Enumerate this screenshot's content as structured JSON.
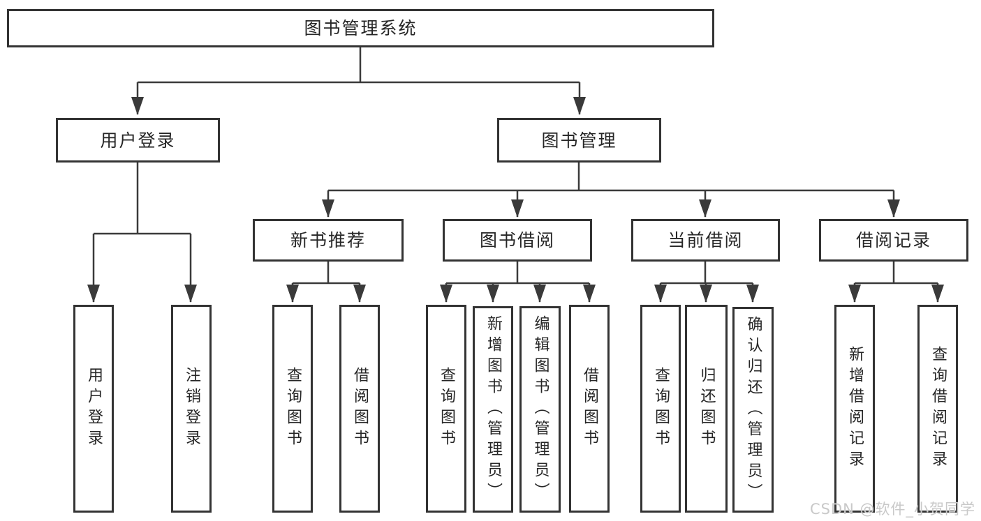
{
  "diagram": {
    "type": "hierarchy-flowchart",
    "root": {
      "label": "图书管理系统"
    },
    "level2": [
      {
        "label": "用户登录",
        "children": [
          "用户登录",
          "注销登录"
        ]
      },
      {
        "label": "图书管理",
        "children": [
          {
            "label": "新书推荐",
            "children": [
              "查询图书",
              "借阅图书"
            ]
          },
          {
            "label": "图书借阅",
            "children": [
              "查询图书",
              "新增图书（管理员）",
              "编辑图书（管理员）",
              "借阅图书"
            ]
          },
          {
            "label": "当前借阅",
            "children": [
              "查询图书",
              "归还图书",
              "确认归还（管理员）"
            ]
          },
          {
            "label": "借阅记录",
            "children": [
              "新增借阅记录",
              "查询借阅记录"
            ]
          }
        ]
      }
    ],
    "colors": {
      "line": "#3a3a3a",
      "box_border": "#333333",
      "box_fill": "#ffffff",
      "text": "#262626",
      "background": "#ffffff"
    }
  },
  "watermark": {
    "text": "CSDN @软件_小贺同学",
    "color": "#c9c9c9"
  }
}
